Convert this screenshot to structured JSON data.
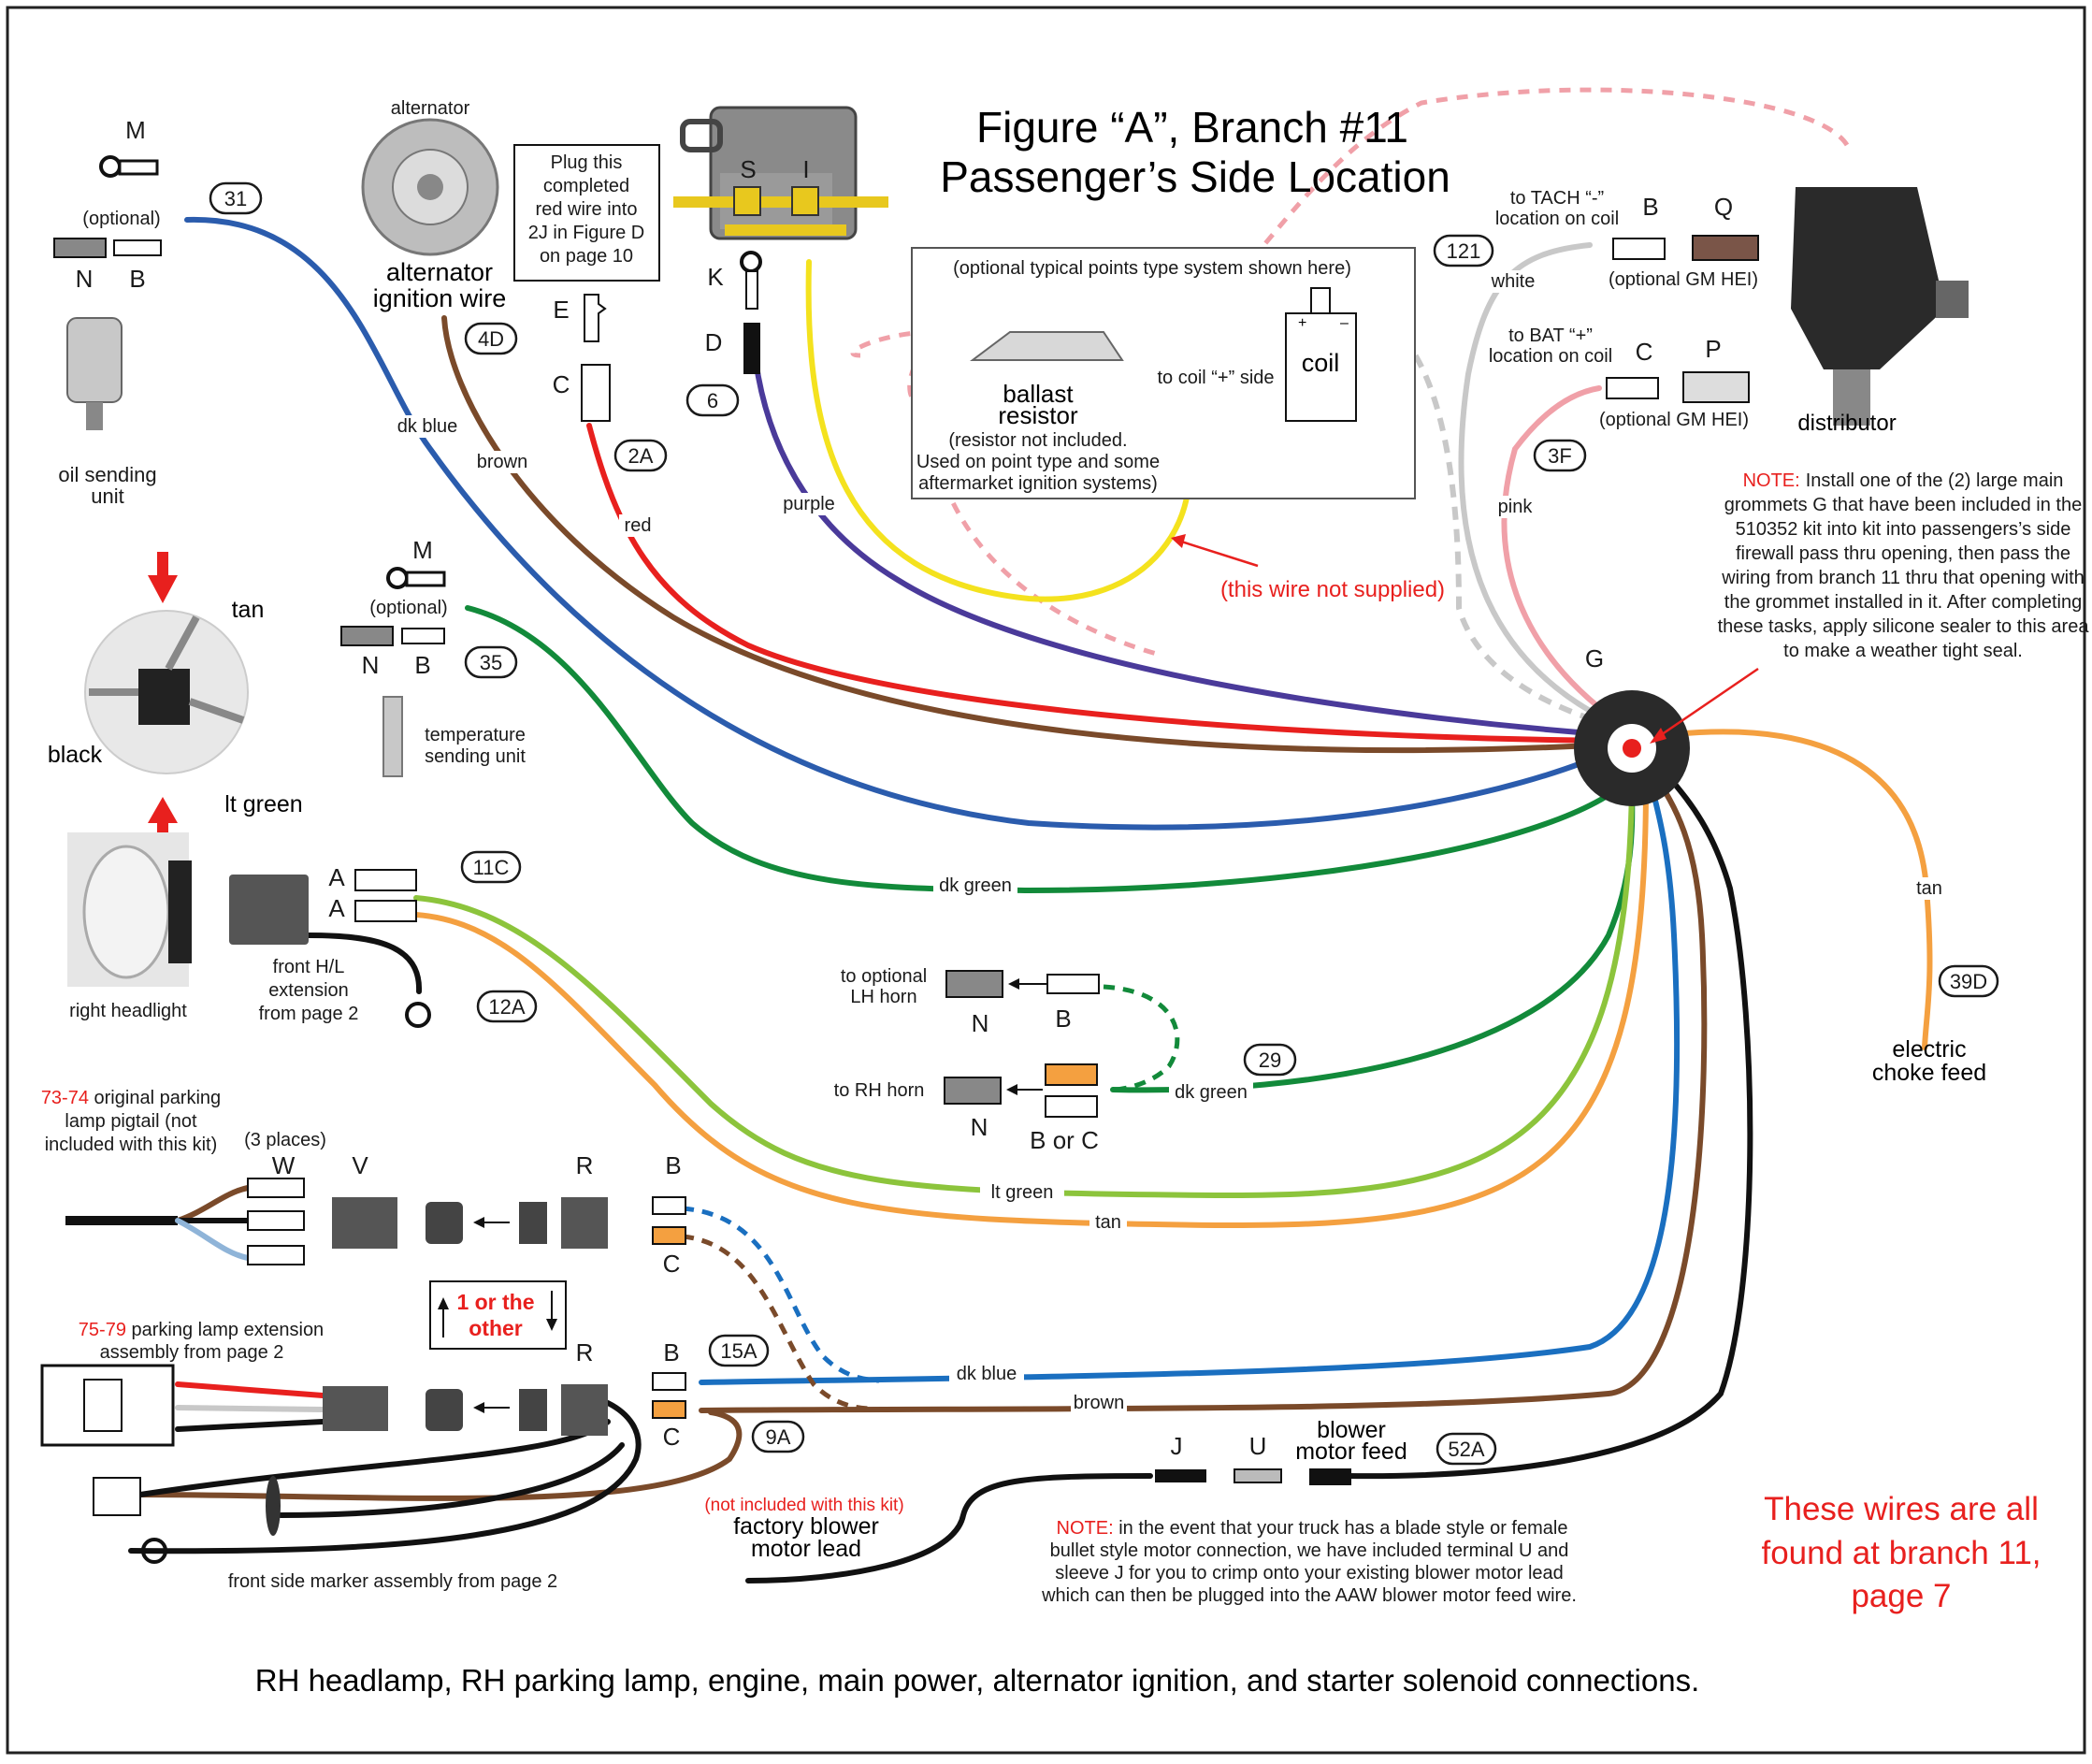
{
  "title": {
    "line1": "Figure “A”, Branch #11",
    "line2": "Passenger’s Side Location"
  },
  "caption": "RH headlamp, RH parking lamp, engine, main power, alternator ignition, and starter solenoid connections.",
  "footnote": [
    "These wires are all",
    "found at branch 11,",
    "page 7"
  ],
  "wires": {
    "w31": {
      "id": "31",
      "color_name": "dk blue",
      "color": "#2b5cad"
    },
    "w4D": {
      "id": "4D",
      "color_name": "brown",
      "color": "#7a4a2a"
    },
    "w2A": {
      "id": "2A",
      "color_name": "red",
      "color": "#e8201e"
    },
    "w6": {
      "id": "6",
      "color_name": "purple",
      "color": "#4a3a9a"
    },
    "w35": {
      "id": "35",
      "color_name": "dk green",
      "color": "#128a3a"
    },
    "w121": {
      "id": "121",
      "color_name": "white",
      "color": "#c8c8c8"
    },
    "w3F": {
      "id": "3F",
      "color_name": "pink",
      "color": "#f0a0a8"
    },
    "w11C": {
      "id": "11C",
      "color_name": "lt green",
      "color": "#8cc43c"
    },
    "w12A": {
      "id": "12A",
      "color_name": "tan",
      "color": "#f4a040"
    },
    "w29": {
      "id": "29",
      "color_name": "dk green",
      "color": "#128a3a"
    },
    "w15A": {
      "id": "15A",
      "color_name": "dk blue",
      "color": "#1a6fc0"
    },
    "w9A": {
      "id": "9A",
      "color_name": "brown",
      "color": "#7a4a2a"
    },
    "w52A": {
      "id": "52A",
      "color_name": "",
      "color": "#111111"
    },
    "w39D": {
      "id": "39D",
      "color_name": "tan",
      "color": "#f4a040"
    }
  },
  "components": {
    "oil": {
      "M": "M",
      "optional": "(optional)",
      "N": "N",
      "B": "B",
      "name1": "oil sending",
      "name2": "unit"
    },
    "alternator": {
      "top": "alternator",
      "name1": "alternator",
      "name2": "ignition wire"
    },
    "plug_note": [
      "Plug this",
      "completed",
      "red wire into",
      "2J in Figure D",
      "on page 10"
    ],
    "solenoid": {
      "S": "S",
      "I": "I",
      "K": "K",
      "D": "D",
      "E": "E",
      "C": "C"
    },
    "points": {
      "header": "(optional typical points type system shown here)",
      "ballast1": "ballast",
      "ballast2": "resistor",
      "note": [
        "(resistor not included.",
        "Used on point type and some",
        "aftermarket ignition systems)"
      ],
      "coil": "coil",
      "coil_plus": "+",
      "coil_minus": "–",
      "to_coil": "to coil “+” side",
      "not_supplied": "(this wire not supplied)"
    },
    "tach": {
      "line1": "to TACH “-”",
      "line2": "location on coil",
      "B": "B",
      "Q": "Q",
      "hei": "(optional GM HEI)"
    },
    "bat": {
      "line1": "to BAT “+”",
      "line2": "location on coil",
      "C": "C",
      "P": "P",
      "hei": "(optional GM HEI)"
    },
    "distributor": "distributor",
    "note_grommet": {
      "label": "NOTE:",
      "lines": [
        "Install one of the (2) large main",
        "grommets G that have been included in the",
        "510352 kit into  kit into passengers’s side",
        "firewall pass thru opening, then pass the",
        "wiring from branch 11 thru that opening with",
        "the grommet installed in it. After completing",
        "these tasks, apply silicone sealer to this area",
        "to make a weather tight seal."
      ]
    },
    "grommet": "G",
    "socket": {
      "tan": "tan",
      "black": "black",
      "ltgreen": "lt green"
    },
    "temp": {
      "M": "M",
      "optional": "(optional)",
      "N": "N",
      "B": "B",
      "name1": "temperature",
      "name2": "sending unit"
    },
    "headlight": {
      "name": "right headlight",
      "A1": "A",
      "A2": "A",
      "ext": [
        "front H/L",
        "extension",
        "from page 2"
      ]
    },
    "horn": {
      "lh1": "to optional",
      "lh2": "LH horn",
      "N1": "N",
      "B1": "B",
      "rh": "to RH horn",
      "N2": "N",
      "BC": "B or C"
    },
    "park73": {
      "yr": "73-74",
      "text1": " original parking",
      "text2": "lamp pigtail (not",
      "text3": "included with this kit)",
      "places": "(3 places)",
      "W": "W",
      "V": "V",
      "R": "R",
      "B": "B",
      "C": "C"
    },
    "choice": {
      "line1": "1 or the",
      "line2": "other"
    },
    "park75": {
      "yr": "75-79",
      "text1": " parking lamp extension",
      "text2": "assembly from page 2",
      "R": "R",
      "B": "B",
      "C": "C"
    },
    "marker": "front side marker assembly from page 2",
    "blower": {
      "nic": "(not included with this kit)",
      "f1": "factory blower",
      "f2": "motor lead",
      "J": "J",
      "U": "U",
      "feed1": "blower",
      "feed2": "motor feed"
    },
    "note_blower": {
      "label": "NOTE:",
      "lines": [
        " in the event that your truck has a blade style or female",
        "bullet style motor connection, we have included terminal U and",
        "sleeve J for you to crimp onto your existing blower motor lead",
        "which can then be plugged into the AAW blower motor feed wire."
      ]
    },
    "choke": [
      "electric",
      "choke feed"
    ]
  }
}
